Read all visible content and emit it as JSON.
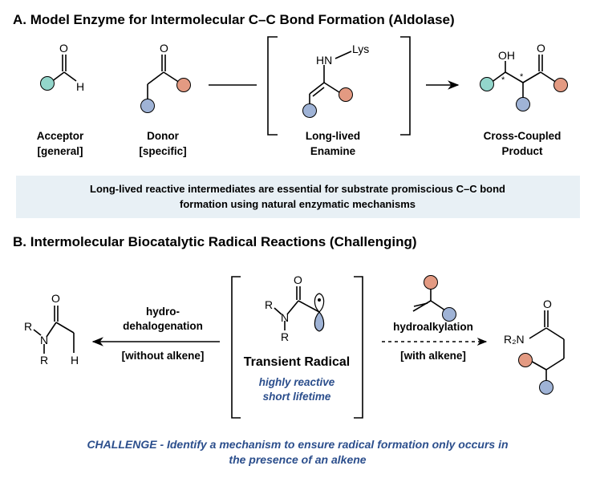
{
  "section_a": {
    "title": "A. Model Enzyme for Intermolecular C–C Bond Formation (Aldolase)",
    "acceptor": [
      "Acceptor",
      "[general]"
    ],
    "donor": [
      "Donor",
      "[specific]"
    ],
    "enamine": [
      "Long-lived",
      "Enamine"
    ],
    "product": [
      "Cross-Coupled",
      "Product"
    ],
    "atoms": {
      "o": "O",
      "h": "H",
      "hn": "HN",
      "lys": "Lys",
      "oh": "OH",
      "star": "*"
    },
    "info_box": [
      "Long-lived reactive intermediates are essential for substrate promiscious C–C bond",
      "formation using natural enzymatic mechanisms"
    ]
  },
  "section_b": {
    "title": "B. Intermolecular Biocatalytic Radical Reactions (Challenging)",
    "left_arrow": [
      "hydro-",
      "dehalogenation",
      "[without alkene]"
    ],
    "right_arrow": [
      "hydroalkylation",
      "[with alkene]"
    ],
    "intermediate": {
      "name": "Transient Radical",
      "notes": [
        "highly reactive",
        "short lifetime"
      ]
    },
    "atoms": {
      "o": "O",
      "r": "R",
      "n": "N",
      "h": "H",
      "r2n": "R₂N"
    },
    "challenge": [
      "CHALLENGE - Identify a mechanism to ensure radical formation only occurs in",
      "the presence of an alkene"
    ]
  },
  "colors": {
    "teal": "#93d6cb",
    "orange": "#e39a82",
    "blue": "#9fb3d6",
    "box": "#e8f0f5",
    "accent_text": "#2b4e8c"
  }
}
